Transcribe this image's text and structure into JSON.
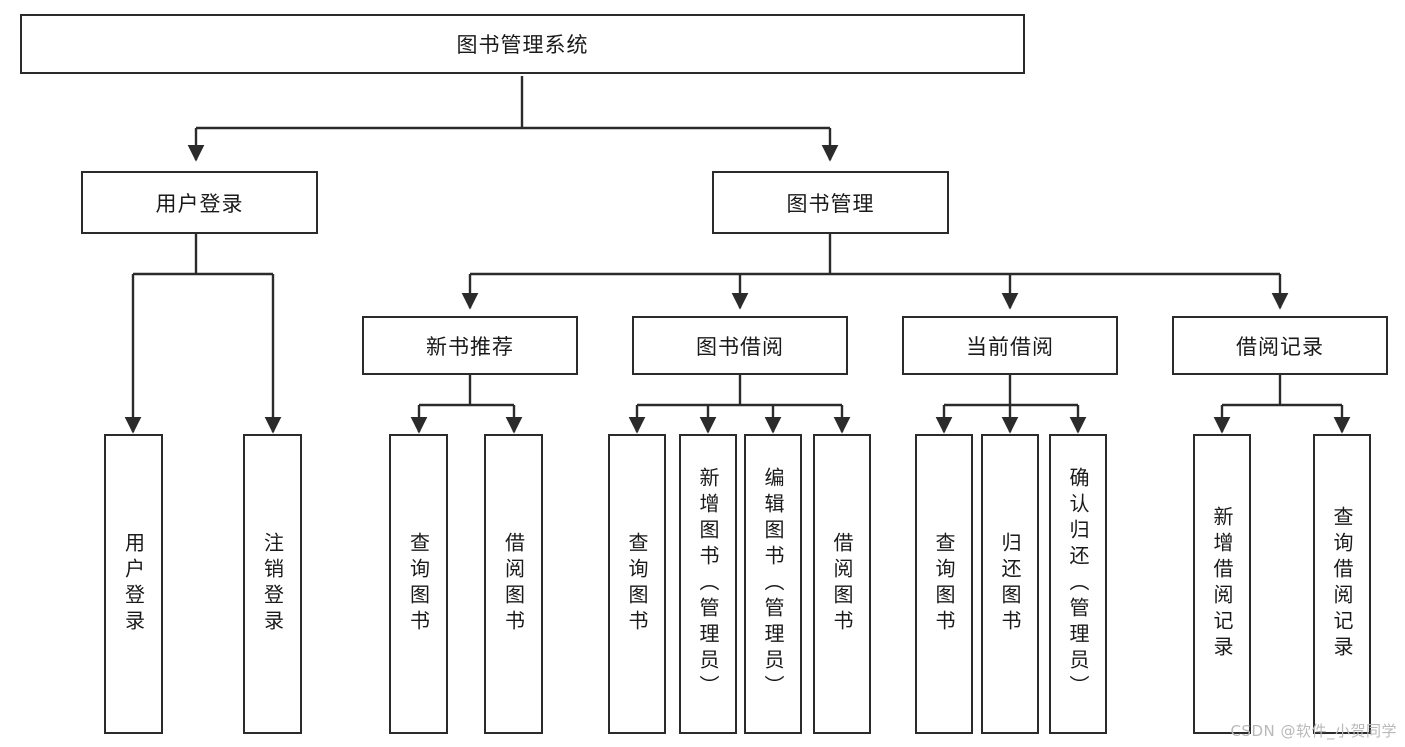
{
  "diagram": {
    "title": "图书管理系统",
    "type": "tree-hierarchy",
    "watermark": "CSDN @软件_小贺同学",
    "colors": {
      "box_border": "#2b2b2b",
      "box_fill": "#ffffff",
      "edge": "#2b2b2b",
      "text": "#1a1a1a",
      "watermark": "#b9b9b9"
    },
    "nodes": {
      "root": {
        "label": "图书管理系统",
        "level": 0,
        "orientation": "horizontal"
      },
      "l1": [
        {
          "id": "user_login",
          "label": "用户登录",
          "level": 1,
          "orientation": "horizontal"
        },
        {
          "id": "book_mgmt",
          "label": "图书管理",
          "level": 1,
          "orientation": "horizontal"
        }
      ],
      "l2": [
        {
          "id": "new_book_rec",
          "label": "新书推荐",
          "level": 2,
          "orientation": "horizontal",
          "parent": "book_mgmt"
        },
        {
          "id": "book_borrow",
          "label": "图书借阅",
          "level": 2,
          "orientation": "horizontal",
          "parent": "book_mgmt"
        },
        {
          "id": "current_borrow",
          "label": "当前借阅",
          "level": 2,
          "orientation": "horizontal",
          "parent": "book_mgmt"
        },
        {
          "id": "borrow_record",
          "label": "借阅记录",
          "level": 2,
          "orientation": "horizontal",
          "parent": "book_mgmt"
        }
      ],
      "leaves": [
        {
          "id": "leaf_1",
          "label": "用户登录",
          "parent": "user_login",
          "orientation": "vertical"
        },
        {
          "id": "leaf_2",
          "label": "注销登录",
          "parent": "user_login",
          "orientation": "vertical"
        },
        {
          "id": "leaf_3",
          "label": "查询图书",
          "parent": "new_book_rec",
          "orientation": "vertical"
        },
        {
          "id": "leaf_4",
          "label": "借阅图书",
          "parent": "new_book_rec",
          "orientation": "vertical"
        },
        {
          "id": "leaf_5",
          "label": "查询图书",
          "parent": "book_borrow",
          "orientation": "vertical"
        },
        {
          "id": "leaf_6",
          "label": "新增图书（管理员）",
          "parent": "book_borrow",
          "orientation": "vertical"
        },
        {
          "id": "leaf_7",
          "label": "编辑图书（管理员）",
          "parent": "book_borrow",
          "orientation": "vertical"
        },
        {
          "id": "leaf_8",
          "label": "借阅图书",
          "parent": "book_borrow",
          "orientation": "vertical"
        },
        {
          "id": "leaf_9",
          "label": "查询图书",
          "parent": "current_borrow",
          "orientation": "vertical"
        },
        {
          "id": "leaf_10",
          "label": "归还图书",
          "parent": "current_borrow",
          "orientation": "vertical"
        },
        {
          "id": "leaf_11",
          "label": "确认归还（管理员）",
          "parent": "current_borrow",
          "orientation": "vertical"
        },
        {
          "id": "leaf_12",
          "label": "新增借阅记录",
          "parent": "borrow_record",
          "orientation": "vertical"
        },
        {
          "id": "leaf_13",
          "label": "查询借阅记录",
          "parent": "borrow_record",
          "orientation": "vertical"
        }
      ]
    }
  }
}
